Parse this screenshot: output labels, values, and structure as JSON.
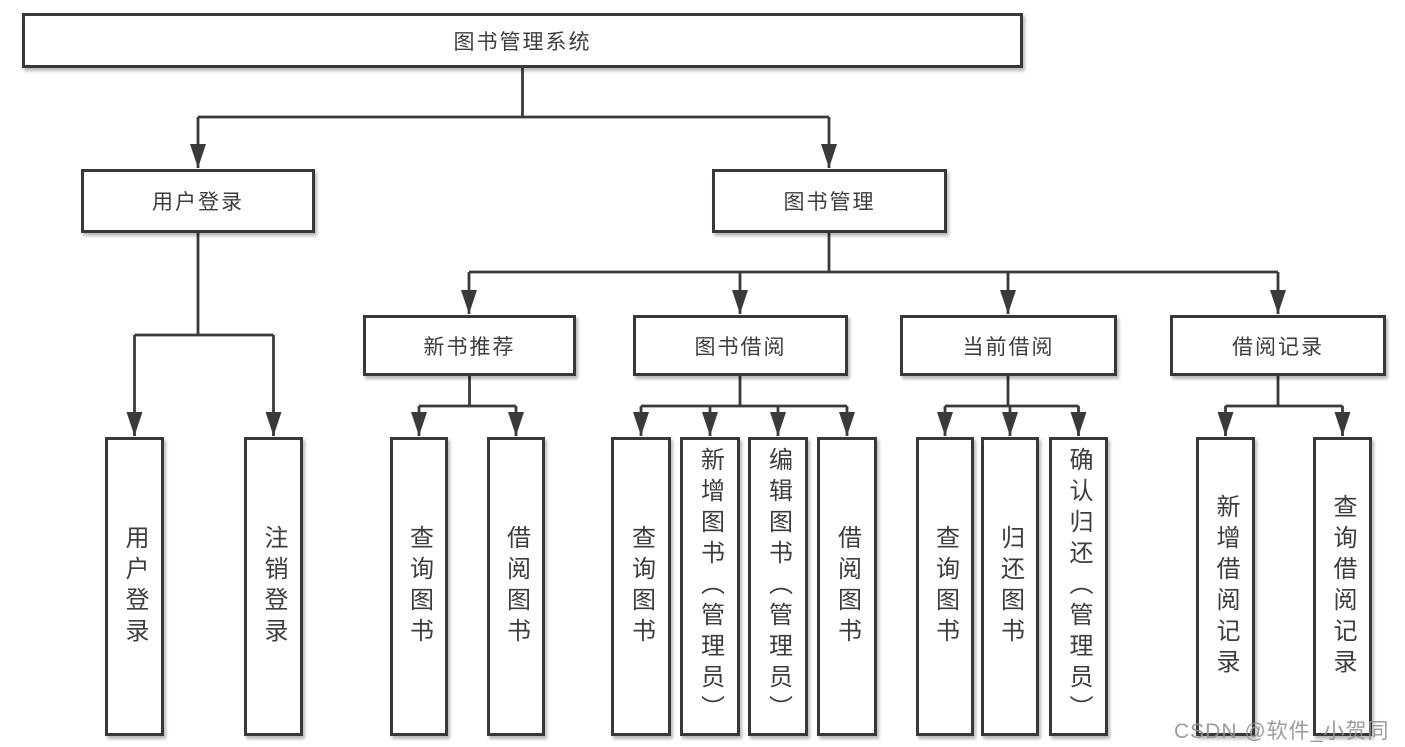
{
  "colors": {
    "line": "#3a3a3a",
    "box_border": "#383838",
    "text": "#3d3d3d",
    "watermark": "#919191",
    "background": "#ffffff"
  },
  "watermark": {
    "text": "CSDN @软件_小贺同学"
  },
  "tree": {
    "label": "图书管理系统",
    "children": [
      {
        "label": "用户登录",
        "children": [
          {
            "label": "用户登录"
          },
          {
            "label": "注销登录"
          }
        ]
      },
      {
        "label": "图书管理",
        "children": [
          {
            "label": "新书推荐",
            "children": [
              {
                "label": "查询图书"
              },
              {
                "label": "借阅图书"
              }
            ]
          },
          {
            "label": "图书借阅",
            "children": [
              {
                "label": "查询图书"
              },
              {
                "label": "新增图书（管理员）"
              },
              {
                "label": "编辑图书（管理员）"
              },
              {
                "label": "借阅图书"
              }
            ]
          },
          {
            "label": "当前借阅",
            "children": [
              {
                "label": "查询图书"
              },
              {
                "label": "归还图书"
              },
              {
                "label": "确认归还（管理员）"
              }
            ]
          },
          {
            "label": "借阅记录",
            "children": [
              {
                "label": "新增借阅记录"
              },
              {
                "label": "查询借阅记录"
              }
            ]
          }
        ]
      }
    ]
  }
}
